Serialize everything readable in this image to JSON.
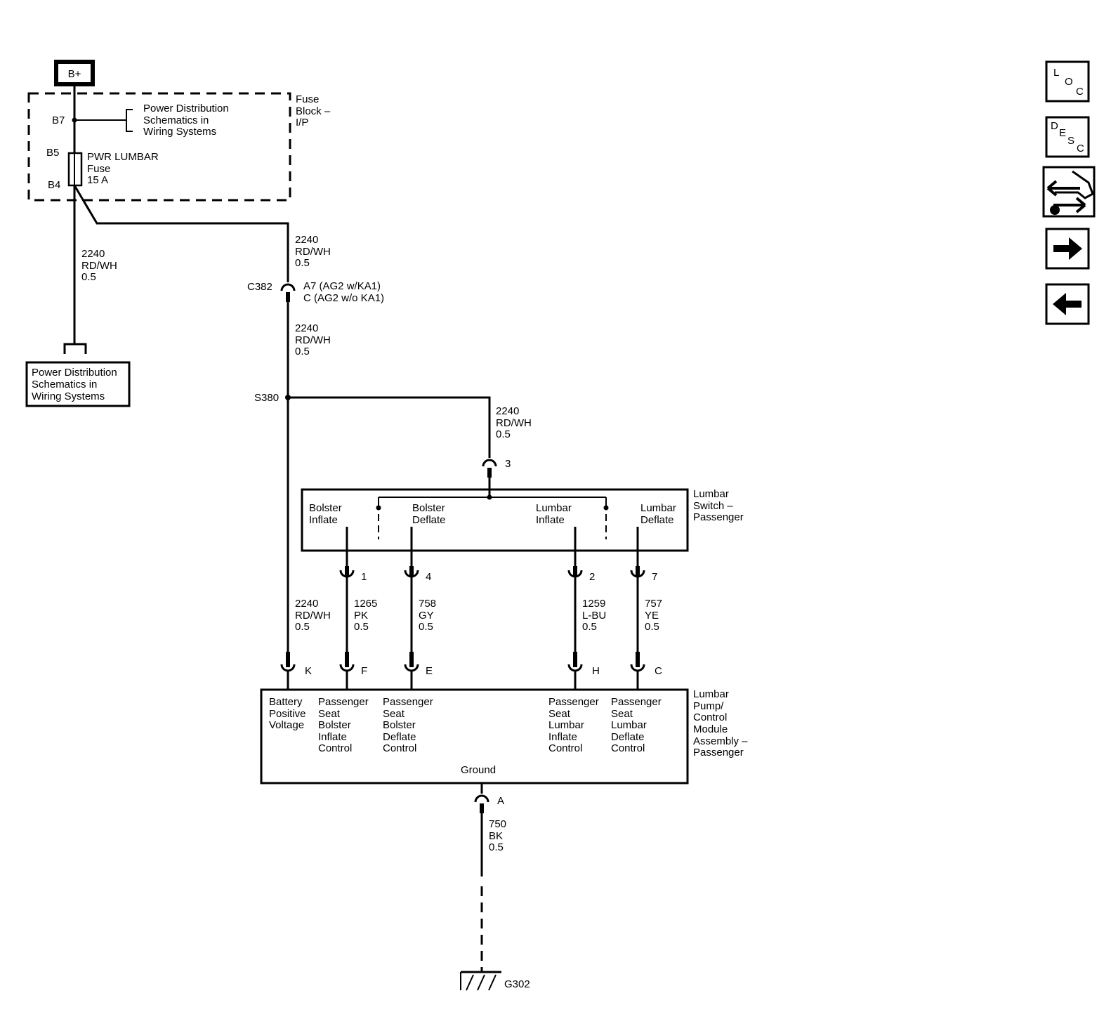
{
  "power": {
    "source_label": "B+"
  },
  "fuse_block": {
    "label_lines": [
      "Fuse",
      "Block –",
      "I/P"
    ],
    "pin_b7": "B7",
    "pin_b5": "B5",
    "pin_b4": "B4",
    "ref_lines": [
      "Power Distribution",
      "Schematics in",
      "Wiring Systems"
    ],
    "fuse_lines": [
      "PWR LUMBAR",
      "Fuse",
      "15 A"
    ]
  },
  "power_ref_box": {
    "lines": [
      "Power Distribution",
      "Schematics in",
      "Wiring Systems"
    ]
  },
  "wires": {
    "w_left": [
      "2240",
      "RD/WH",
      "0.5"
    ],
    "w_top": [
      "2240",
      "RD/WH",
      "0.5"
    ],
    "w_mid": [
      "2240",
      "RD/WH",
      "0.5"
    ],
    "w_switch": [
      "2240",
      "RD/WH",
      "0.5"
    ],
    "w_k": [
      "2240",
      "RD/WH",
      "0.5"
    ],
    "w_f": [
      "1265",
      "PK",
      "0.5"
    ],
    "w_e": [
      "758",
      "GY",
      "0.5"
    ],
    "w_h": [
      "1259",
      "L-BU",
      "0.5"
    ],
    "w_c": [
      "757",
      "YE",
      "0.5"
    ],
    "w_ground": [
      "750",
      "BK",
      "0.5"
    ]
  },
  "connector_c382": {
    "name": "C382",
    "pin_lines": [
      "A7 (AG2 w/KA1)",
      "C (AG2 w/o KA1)"
    ]
  },
  "splice": {
    "name": "S380"
  },
  "lumbar_switch": {
    "label_lines": [
      "Lumbar",
      "Switch –",
      "Passenger"
    ],
    "feed_pin": "3",
    "positions": [
      {
        "lines": [
          "Bolster",
          "Inflate"
        ],
        "pin": "1"
      },
      {
        "lines": [
          "Bolster",
          "Deflate"
        ],
        "pin": "4"
      },
      {
        "lines": [
          "Lumbar",
          "Inflate"
        ],
        "pin": "2"
      },
      {
        "lines": [
          "Lumbar",
          "Deflate"
        ],
        "pin": "7"
      }
    ]
  },
  "module": {
    "label_lines": [
      "Lumbar",
      "Pump/",
      "Control",
      "Module",
      "Assembly –",
      "Passenger"
    ],
    "pins": [
      "K",
      "F",
      "E",
      "H",
      "C"
    ],
    "functions": [
      [
        "Battery",
        "Positive",
        "Voltage"
      ],
      [
        "Passenger",
        "Seat",
        "Bolster",
        "Inflate",
        "Control"
      ],
      [
        "Passenger",
        "Seat",
        "Bolster",
        "Deflate",
        "Control"
      ],
      [
        "Passenger",
        "Seat",
        "Lumbar",
        "Inflate",
        "Control"
      ],
      [
        "Passenger",
        "Seat",
        "Lumbar",
        "Deflate",
        "Control"
      ]
    ],
    "ground_label": "Ground",
    "ground_pin": "A"
  },
  "ground": {
    "name": "G302"
  },
  "nav": {
    "loc": [
      "L",
      "O",
      "C"
    ],
    "desc": [
      "D",
      "E",
      "S",
      "C"
    ]
  }
}
